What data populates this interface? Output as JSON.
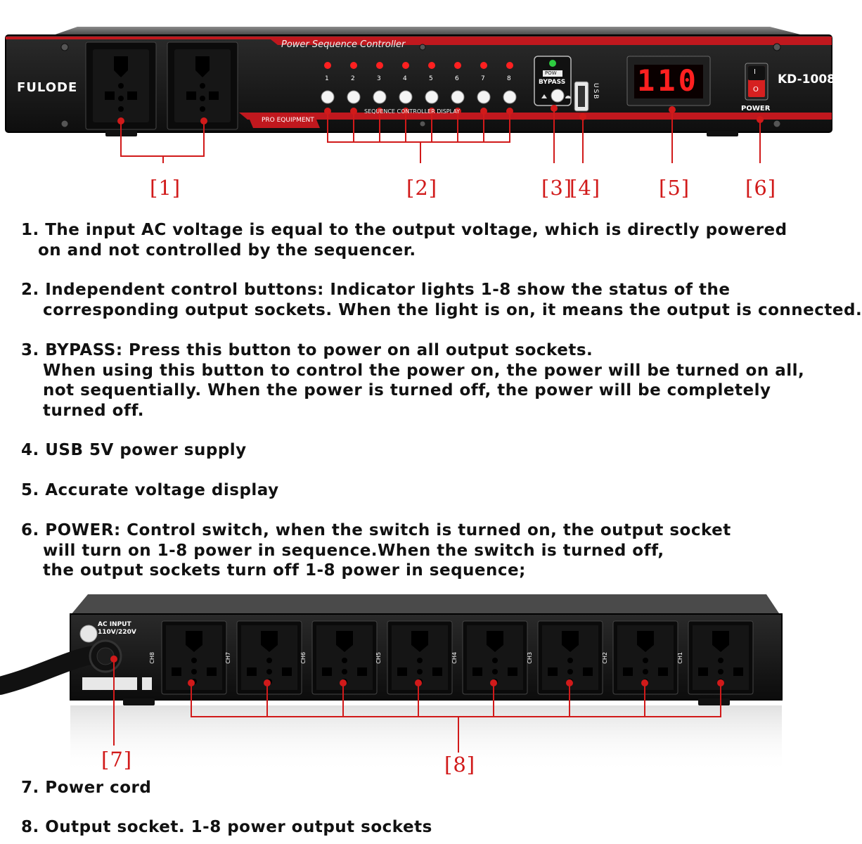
{
  "front_panel": {
    "brand": "FULODE",
    "title": "Power Sequence Controller",
    "tagline": "PRO EQUIPMENT",
    "display_label": "SEQUENCE CONTROLLER DISPLAY",
    "model": "KD-1008",
    "channels": [
      "1",
      "2",
      "3",
      "4",
      "5",
      "6",
      "7",
      "8"
    ],
    "bypass_top": "POW",
    "bypass_label": "BYPASS",
    "usb_label": "USB",
    "voltage_reading": "110",
    "power_label": "POWER",
    "switch_on": "I",
    "switch_off": "O"
  },
  "back_panel": {
    "ac_input_title": "AC INPUT",
    "ac_input_voltage": "110V/220V",
    "channel_labels": [
      "CH8",
      "CH7",
      "CH6",
      "CH5",
      "CH4",
      "CH3",
      "CH2",
      "CH1"
    ]
  },
  "callouts": [
    "[1]",
    "[2]",
    "[3]",
    "[4]",
    "[5]",
    "[6]",
    "[7]",
    "[8]"
  ],
  "descriptions": {
    "d1": [
      "1. The input AC voltage is equal to the output voltage, which is directly powered",
      "on and not controlled by the sequencer."
    ],
    "d2": [
      "2. Independent control buttons: Indicator lights 1-8 show the status of the",
      "corresponding output sockets. When the light is on, it means the output is connected."
    ],
    "d3": [
      "3. BYPASS: Press this button to power on all output sockets.",
      "When using this button to control the power on, the power will be turned on all,",
      "not sequentially. When the power is turned off, the power will be completely",
      "turned off."
    ],
    "d4": [
      "4. USB 5V power supply"
    ],
    "d5": [
      "5. Accurate voltage display"
    ],
    "d6": [
      "6. POWER: Control switch, when the switch is turned on, the output socket",
      "will turn on 1-8 power in sequence.When the switch is turned off,",
      "the output sockets turn off 1-8 power in sequence;"
    ],
    "d7": [
      "7. Power cord"
    ],
    "d8": [
      "8. Output socket. 1-8 power output sockets"
    ]
  },
  "colors": {
    "accent_red": "#d11a1a",
    "panel_black": "#1a1a1a",
    "led_red": "#ff2020",
    "led_green": "#2ecc40"
  }
}
